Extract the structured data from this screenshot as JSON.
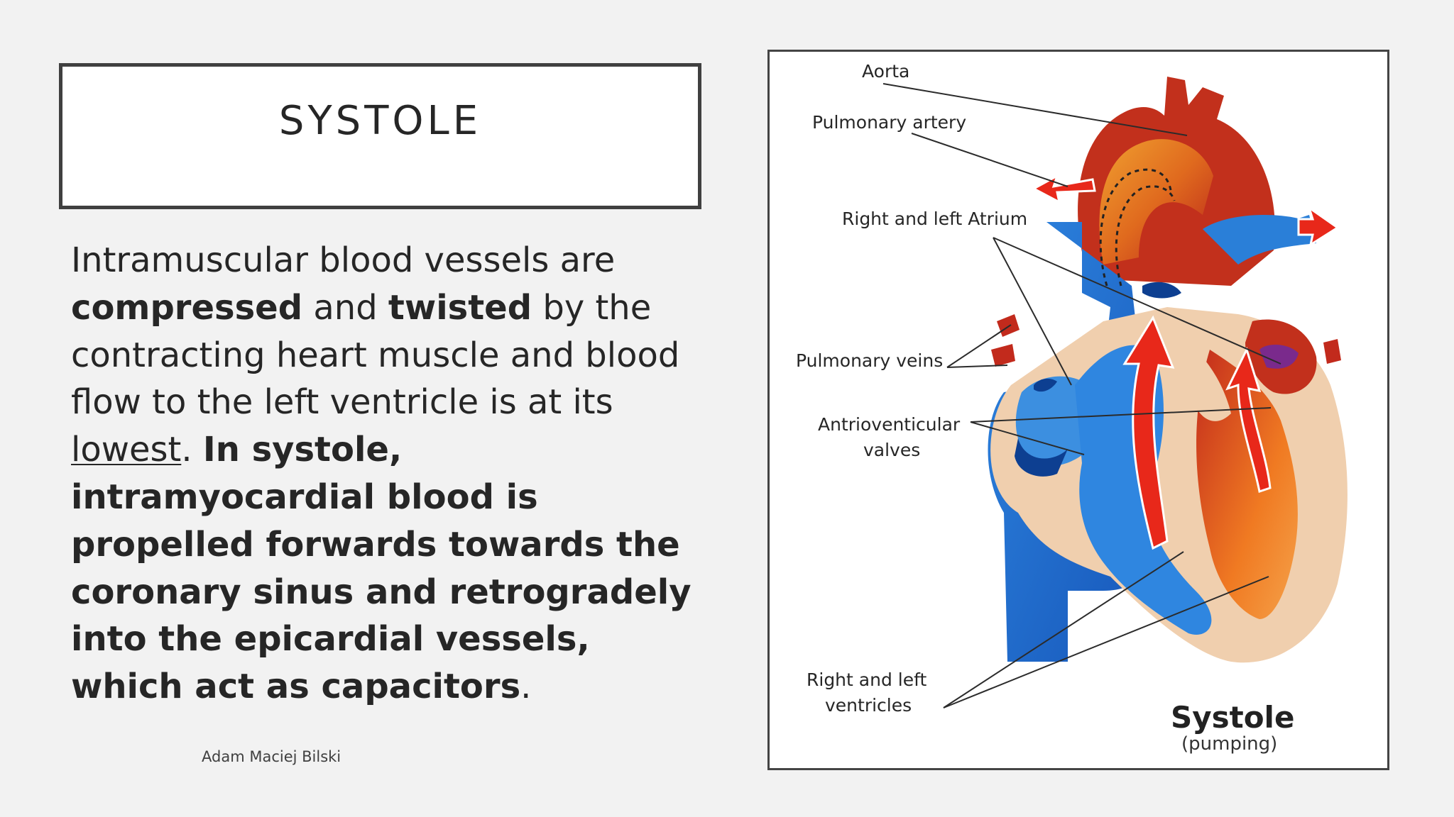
{
  "slide": {
    "title": "SYSTOLE",
    "author": "Adam Maciej Bilski"
  },
  "body": {
    "p1": "Intramuscular blood vessels are ",
    "p2": "compressed",
    "p3": " and ",
    "p4": "twisted",
    "p5": " by the contracting heart muscle and blood flow to the left ventricle is at its ",
    "p6": "lowest",
    "p7": ". ",
    "p8": "In systole, intramyocardial blood is propelled forwards towards the coronary sinus and retrogradely into the epicardial vessels, which act as capacitors",
    "p9": "."
  },
  "figure": {
    "labels": {
      "aorta": "Aorta",
      "pulmonary_artery": "Pulmonary artery",
      "atrium": "Right and left Atrium",
      "pulmonary_veins": "Pulmonary veins",
      "av_valves_1": "Antrioventicular",
      "av_valves_2": "valves",
      "ventricles_1": "Right and left",
      "ventricles_2": "ventricles"
    },
    "caption_title": "Systole",
    "caption_sub": "(pumping)",
    "colors": {
      "oxygenated": "#c0281a",
      "oxygenated_light": "#f07a20",
      "deoxygenated": "#1f6fcf",
      "deoxygenated_dark": "#0d3f91",
      "muscle": "#f0cfae",
      "arrow": "#e8281a"
    }
  }
}
